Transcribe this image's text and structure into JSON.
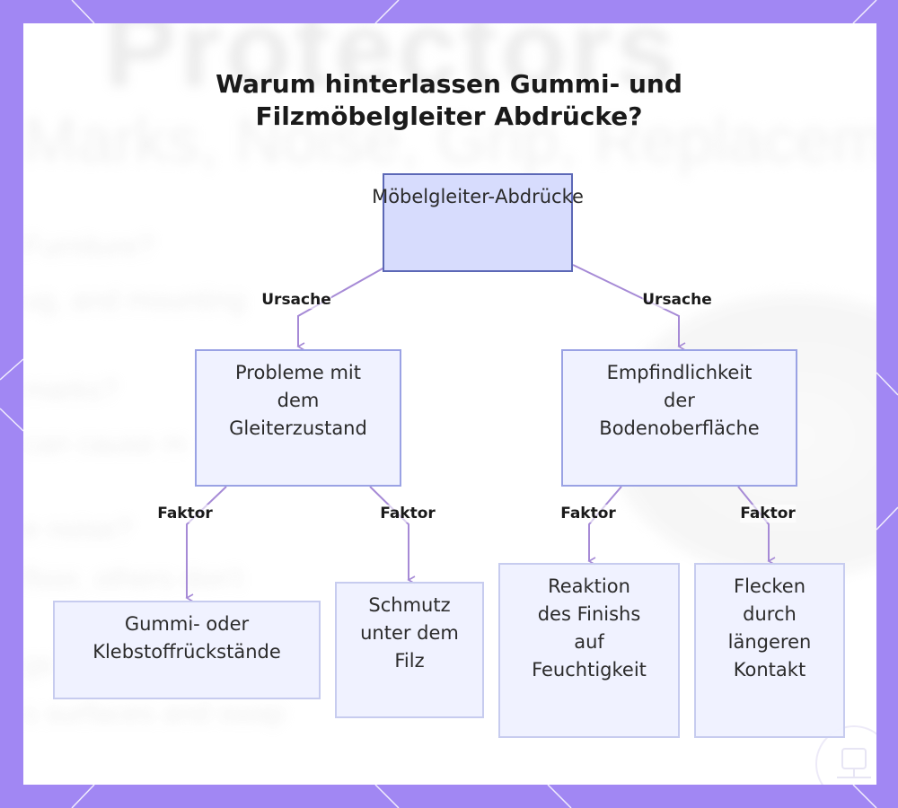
{
  "title": {
    "line1": "Warum hinterlassen Gummi- und",
    "line2": "Filzmöbelgleiter Abdrücke?"
  },
  "nodes": {
    "root": [
      "Möbelgleiter-",
      "Abdrücke"
    ],
    "left": [
      "Probleme mit",
      "dem",
      "Gleiterzustand"
    ],
    "right": [
      "Empfindlichkeit",
      "der",
      "Bodenoberfläche"
    ],
    "leaf1": [
      "Gummi- oder",
      "Klebstoffrückstände"
    ],
    "leaf2": [
      "Schmutz",
      "unter dem",
      "Filz"
    ],
    "leaf3": [
      "Reaktion",
      "des Finishs",
      "auf",
      "Feuchtigkeit"
    ],
    "leaf4": [
      "Flecken",
      "durch",
      "längeren",
      "Kontakt"
    ]
  },
  "edge_labels": {
    "cause_left": "Ursache",
    "cause_right": "Ursache",
    "factor_1": "Faktor",
    "factor_2": "Faktor",
    "factor_3": "Faktor",
    "factor_4": "Faktor"
  },
  "background": {
    "big_text": "Protectors",
    "sub_text": "Marks, Noise, Grip, Replacement",
    "lines": [
      "Furniture?",
      "ug, and mounting",
      "marks?",
      "can cause m",
      "e noise?",
      "floor, others don't",
      "gs",
      "s surfaces and swap"
    ]
  },
  "colors": {
    "frame": "#a187f3",
    "root_fill": "#d7dcfd",
    "root_border": "#5c68b6",
    "node_fill": "#eff1ff",
    "node_border": "#9aa2e4",
    "edge": "#a68ad6"
  },
  "icons": {
    "corner": "cup-watermark-icon"
  }
}
